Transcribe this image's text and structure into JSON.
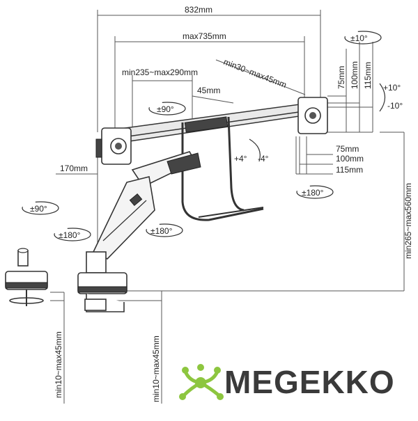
{
  "dimensions": {
    "total_width": "832mm",
    "max_width": "max735mm",
    "spacing_range": "min235~max290mm",
    "adjust_range": "min30~max45mm",
    "offset": "45mm",
    "arm_depth": "170mm",
    "height_range": "min265~max560mm",
    "clamp_range_1": "min10~max45mm",
    "clamp_range_2": "min10~max45mm",
    "vesa_vertical": [
      "75mm",
      "100mm",
      "115mm"
    ],
    "vesa_horizontal": [
      "75mm",
      "100mm",
      "115mm"
    ]
  },
  "rotations": {
    "tilt_top": "±10°",
    "tilt_up": "+10°",
    "tilt_down": "-10°",
    "swivel_left_monitor": "±90°",
    "tilt_center_plus": "+4°",
    "tilt_center_minus": "-4°",
    "rotate_right": "±180°",
    "clamp_swivel_90": "±90°",
    "clamp_rotate_180": "±180°",
    "arm_rotate_180": "±180°"
  },
  "brand": {
    "name": "MEGEKKO",
    "logo_color": "#8dc63f"
  }
}
